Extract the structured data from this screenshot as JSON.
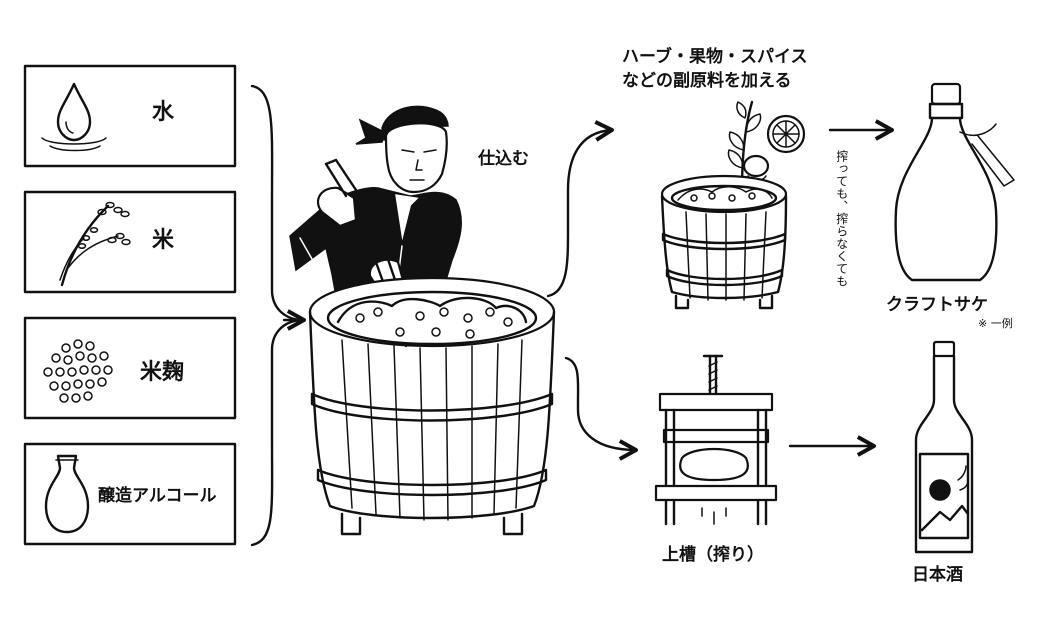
{
  "ingredients": [
    "水",
    "米",
    "米麹",
    "醸造アルコール"
  ],
  "step_brew": "仕込む",
  "additives_line1": "ハーブ・果物・スパイス",
  "additives_line2": "などの副原料を加える",
  "press_note": "搾っても、搾らなくても",
  "craft_sake": "クラフトサケ",
  "example_note": "※ 一例",
  "press_label": "上槽（搾り）",
  "nihonshu": "日本酒"
}
